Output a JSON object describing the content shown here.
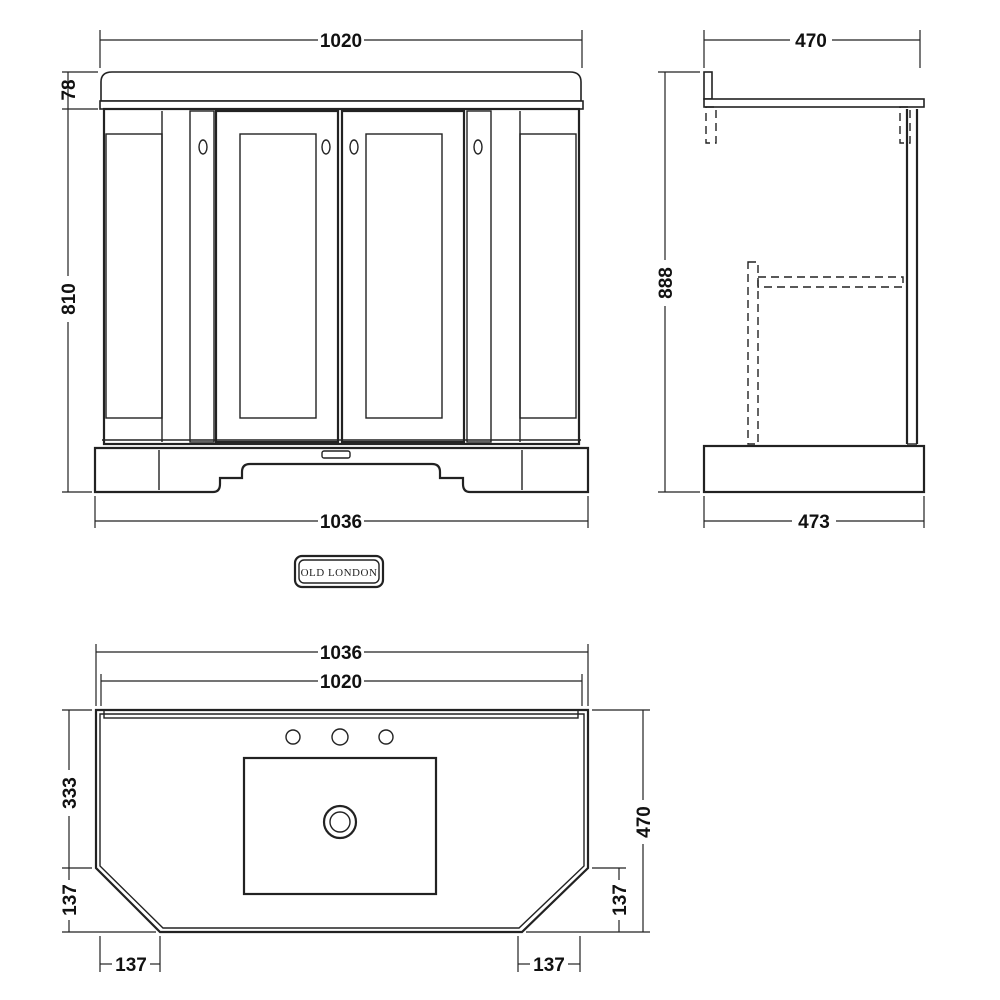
{
  "front_view": {
    "width_top": "1020",
    "width_base": "1036",
    "top_height": "78",
    "body_height": "810"
  },
  "side_view": {
    "depth_top": "470",
    "depth_base": "473",
    "total_height": "888"
  },
  "plan_view": {
    "width_outer": "1036",
    "width_inner": "1020",
    "depth_total": "470",
    "depth_front_section": "333",
    "chamfer_left_height": "137",
    "chamfer_right_height": "137",
    "chamfer_left_width": "137",
    "chamfer_right_width": "137"
  },
  "brand_logo": {
    "text": "OLD LONDON"
  },
  "colors": {
    "line": "#222222",
    "background": "#ffffff"
  }
}
